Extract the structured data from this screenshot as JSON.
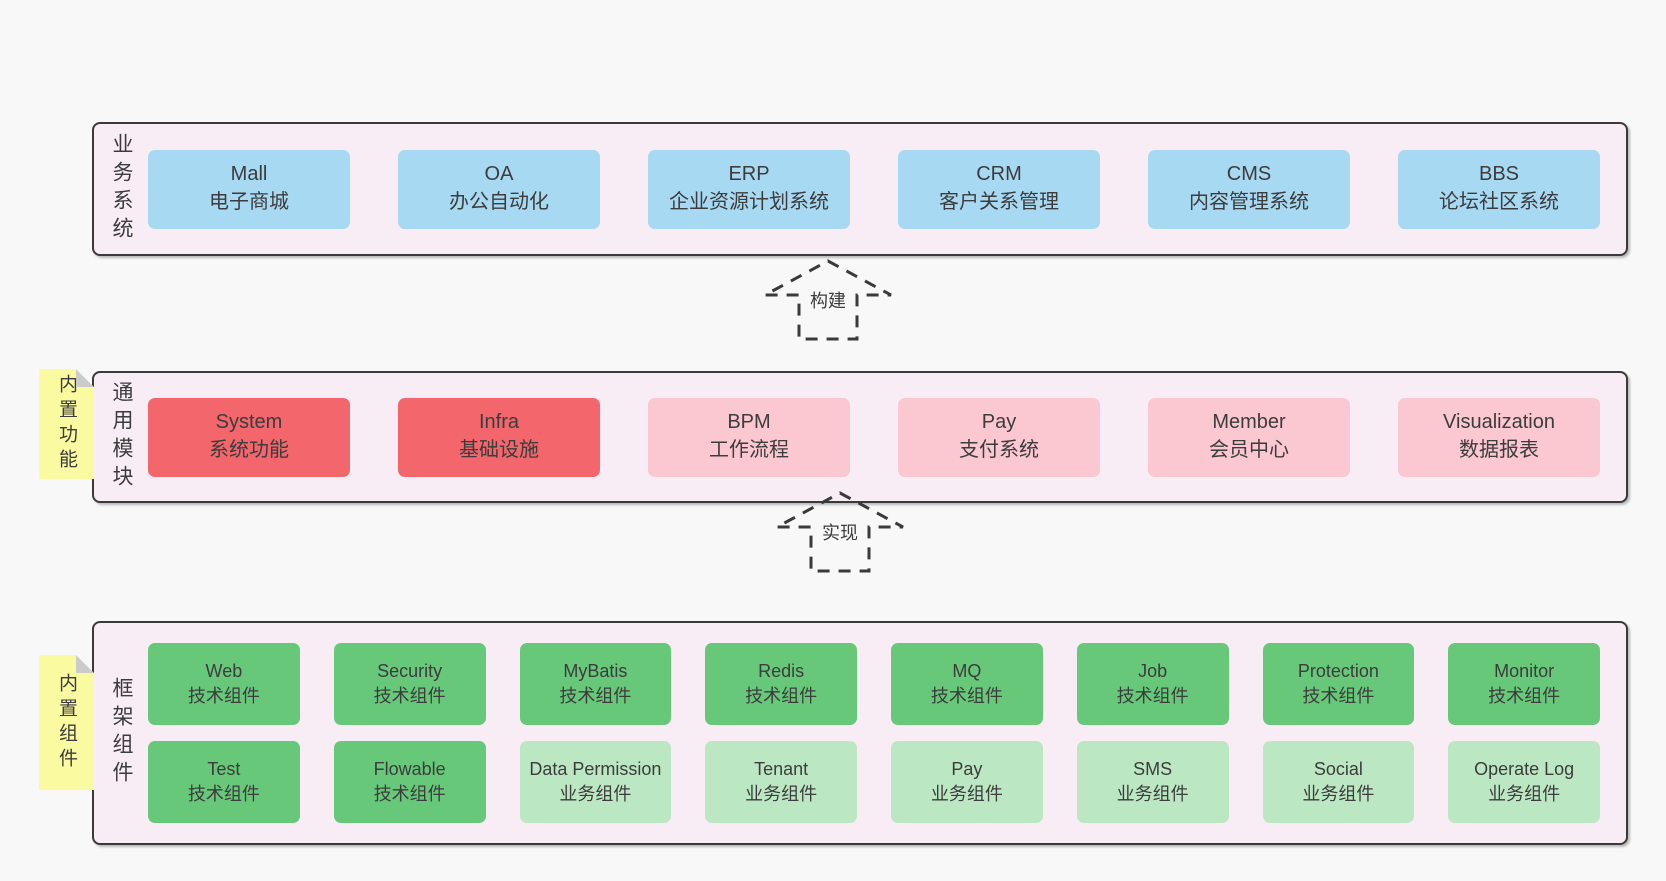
{
  "colors": {
    "page_bg": "#f8f8f8",
    "container_bg": "#f8edf5",
    "border": "#3a3a3a",
    "blue": "#a8d9f2",
    "red": "#f2666c",
    "pink": "#fbc7d1",
    "green": "#67c87a",
    "light_green": "#bce7c3",
    "note_yellow": "#fafaa0"
  },
  "layers": [
    {
      "side_label": "业务系统",
      "boxes": [
        {
          "title": "Mall",
          "subtitle": "电子商城",
          "variant": "blue"
        },
        {
          "title": "OA",
          "subtitle": "办公自动化",
          "variant": "blue"
        },
        {
          "title": "ERP",
          "subtitle": "企业资源计划系统",
          "variant": "blue"
        },
        {
          "title": "CRM",
          "subtitle": "客户关系管理",
          "variant": "blue"
        },
        {
          "title": "CMS",
          "subtitle": "内容管理系统",
          "variant": "blue"
        },
        {
          "title": "BBS",
          "subtitle": "论坛社区系统",
          "variant": "blue"
        }
      ]
    },
    {
      "side_label": "通用模块",
      "note": "内置功能",
      "boxes": [
        {
          "title": "System",
          "subtitle": "系统功能",
          "variant": "red"
        },
        {
          "title": "Infra",
          "subtitle": "基础设施",
          "variant": "red"
        },
        {
          "title": "BPM",
          "subtitle": "工作流程",
          "variant": "pink"
        },
        {
          "title": "Pay",
          "subtitle": "支付系统",
          "variant": "pink"
        },
        {
          "title": "Member",
          "subtitle": "会员中心",
          "variant": "pink"
        },
        {
          "title": "Visualization",
          "subtitle": "数据报表",
          "variant": "pink"
        }
      ]
    },
    {
      "side_label": "框架组件",
      "note": "内置组件",
      "rows": [
        [
          {
            "title": "Web",
            "subtitle": "技术组件",
            "variant": "green"
          },
          {
            "title": "Security",
            "subtitle": "技术组件",
            "variant": "green"
          },
          {
            "title": "MyBatis",
            "subtitle": "技术组件",
            "variant": "green"
          },
          {
            "title": "Redis",
            "subtitle": "技术组件",
            "variant": "green"
          },
          {
            "title": "MQ",
            "subtitle": "技术组件",
            "variant": "green"
          },
          {
            "title": "Job",
            "subtitle": "技术组件",
            "variant": "green"
          },
          {
            "title": "Protection",
            "subtitle": "技术组件",
            "variant": "green"
          },
          {
            "title": "Monitor",
            "subtitle": "技术组件",
            "variant": "green"
          }
        ],
        [
          {
            "title": "Test",
            "subtitle": "技术组件",
            "variant": "green"
          },
          {
            "title": "Flowable",
            "subtitle": "技术组件",
            "variant": "green"
          },
          {
            "title": "Data Permission",
            "subtitle": "业务组件",
            "variant": "lightgreen"
          },
          {
            "title": "Tenant",
            "subtitle": "业务组件",
            "variant": "lightgreen"
          },
          {
            "title": "Pay",
            "subtitle": "业务组件",
            "variant": "lightgreen"
          },
          {
            "title": "SMS",
            "subtitle": "业务组件",
            "variant": "lightgreen"
          },
          {
            "title": "Social",
            "subtitle": "业务组件",
            "variant": "lightgreen"
          },
          {
            "title": "Operate Log",
            "subtitle": "业务组件",
            "variant": "lightgreen"
          }
        ]
      ]
    }
  ],
  "arrows": [
    {
      "label": "构建"
    },
    {
      "label": "实现"
    }
  ]
}
